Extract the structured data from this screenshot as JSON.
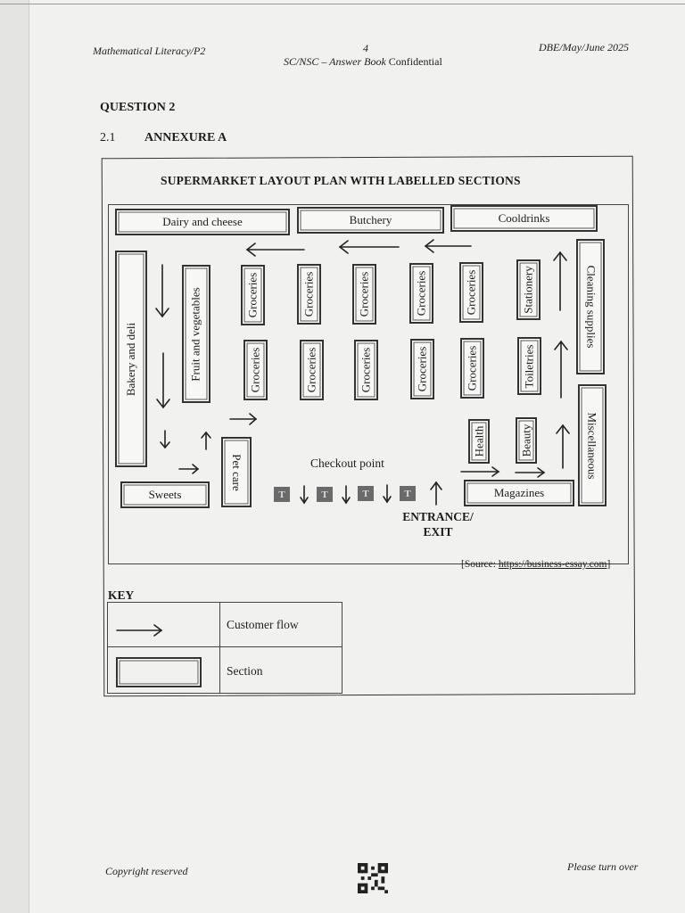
{
  "header": {
    "subject": "Mathematical Literacy/P2",
    "page_number": "4",
    "subtitle_prefix": "SC/NSC – Answer Book",
    "subtitle_suffix": "Confidential",
    "exam_date": "DBE/May/June 2025"
  },
  "question": {
    "title": "QUESTION 2",
    "number": "2.1",
    "annexure": "ANNEXURE A"
  },
  "map": {
    "title": "SUPERMARKET LAYOUT PLAN WITH LABELLED SECTIONS",
    "sections": {
      "dairy": "Dairy and cheese",
      "butchery": "Butchery",
      "cooldrinks": "Cooldrinks",
      "bakery": "Bakery and deli",
      "fruit": "Fruit and vegetables",
      "groceries": "Groceries",
      "stationery": "Stationery",
      "toiletries": "Toiletries",
      "cleaning": "Cleaning supplies",
      "miscellaneous": "Miscellaneous",
      "health": "Health",
      "beauty": "Beauty",
      "pet_care": "Pet care",
      "sweets": "Sweets",
      "magazines": "Magazines"
    },
    "till_label": "T",
    "checkout": "Checkout point",
    "entrance_line1": "ENTRANCE/",
    "entrance_line2": "EXIT",
    "source_prefix": "[Source: ",
    "source_url": "https://business-essay.com",
    "source_suffix": "]"
  },
  "key": {
    "heading": "KEY",
    "customer_flow": "Customer flow",
    "section": "Section"
  },
  "footer": {
    "copyright": "Copyright reserved",
    "turn_over": "Please turn over"
  }
}
